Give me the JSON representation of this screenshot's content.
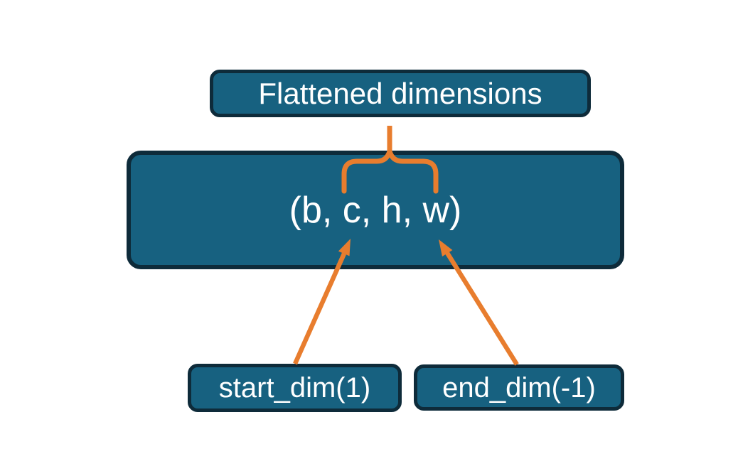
{
  "diagram": {
    "nodes": {
      "flattened": {
        "label": "Flattened dimensions"
      },
      "tensor": {
        "label": "(b, c, h, w)"
      },
      "start_dim": {
        "label": "start_dim(1)"
      },
      "end_dim": {
        "label": "end_dim(-1)"
      }
    },
    "connectors": {
      "brace": "curly-brace-connector",
      "start_arrow": "arrow-up-to-c",
      "end_arrow": "arrow-up-to-w"
    },
    "colors": {
      "node_fill": "#176180",
      "node_border": "#0e2b3a",
      "accent": "#e87d2e",
      "text": "#ffffff",
      "background": "#ffffff"
    }
  }
}
